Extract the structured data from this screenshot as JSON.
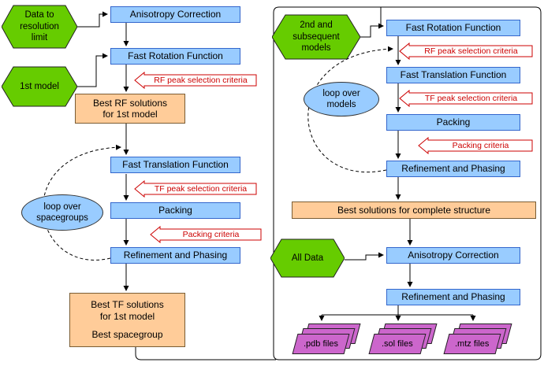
{
  "labels": {
    "anisotropy": "Anisotropy Correction",
    "fast_rotation": "Fast Rotation Function",
    "fast_translation": "Fast Translation Function",
    "packing": "Packing",
    "refinement": "Refinement and Phasing",
    "rf_criteria": "RF peak selection criteria",
    "tf_criteria": "TF peak selection criteria",
    "packing_criteria": "Packing criteria"
  },
  "inputs": {
    "data_limit": [
      "Data to",
      "resolution",
      "limit"
    ],
    "first_model": "1st model",
    "subsequent_models": [
      "2nd and",
      "subsequent",
      "models"
    ],
    "all_data": "All Data"
  },
  "results": {
    "best_rf": [
      "Best RF solutions",
      "for 1st model"
    ],
    "best_tf": [
      "Best TF solutions",
      "for 1st model",
      "Best spacegroup"
    ],
    "best_complete": "Best solutions for complete structure"
  },
  "loops": {
    "spacegroups": [
      "loop over",
      "spacegroups"
    ],
    "models": [
      "loop over",
      "models"
    ]
  },
  "outputs": {
    "pdb": ".pdb files",
    "sol": ".sol files",
    "mtz": ".mtz files"
  },
  "colors": {
    "process_fill": "#99ccff",
    "result_fill": "#ffcc99",
    "input_fill": "#66cc00",
    "output_fill": "#cc66cc",
    "criteria_color": "#cc0000",
    "connector_color": "#000000"
  }
}
